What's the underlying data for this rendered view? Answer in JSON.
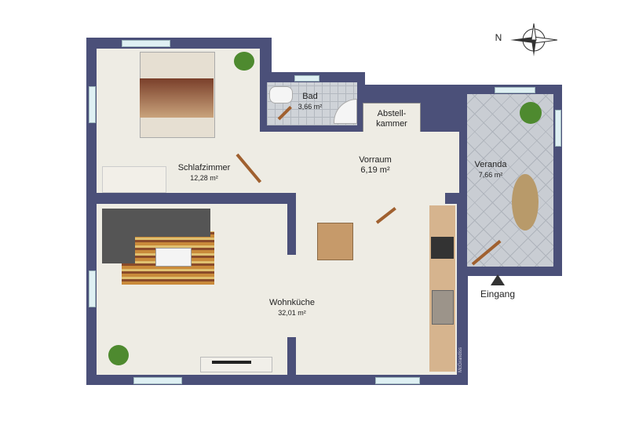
{
  "rooms": [
    {
      "name": "Schlafzimmer",
      "area": "12,28 m²"
    },
    {
      "name": "Bad",
      "area": "3,66 m²"
    },
    {
      "name": "Abstell-",
      "name2": "kammer"
    },
    {
      "name": "Vorraum",
      "area": "6,19 m²"
    },
    {
      "name": "Veranda",
      "area": "7,66 m²"
    },
    {
      "name": "Wohnküche",
      "area": "32,01 m²"
    }
  ],
  "entrance": "Eingang",
  "compass": "N",
  "watermark": "McGrandiss",
  "colors": {
    "wall": "#4b5079",
    "floor": "#eeece4",
    "counter": "#d6b48e"
  }
}
